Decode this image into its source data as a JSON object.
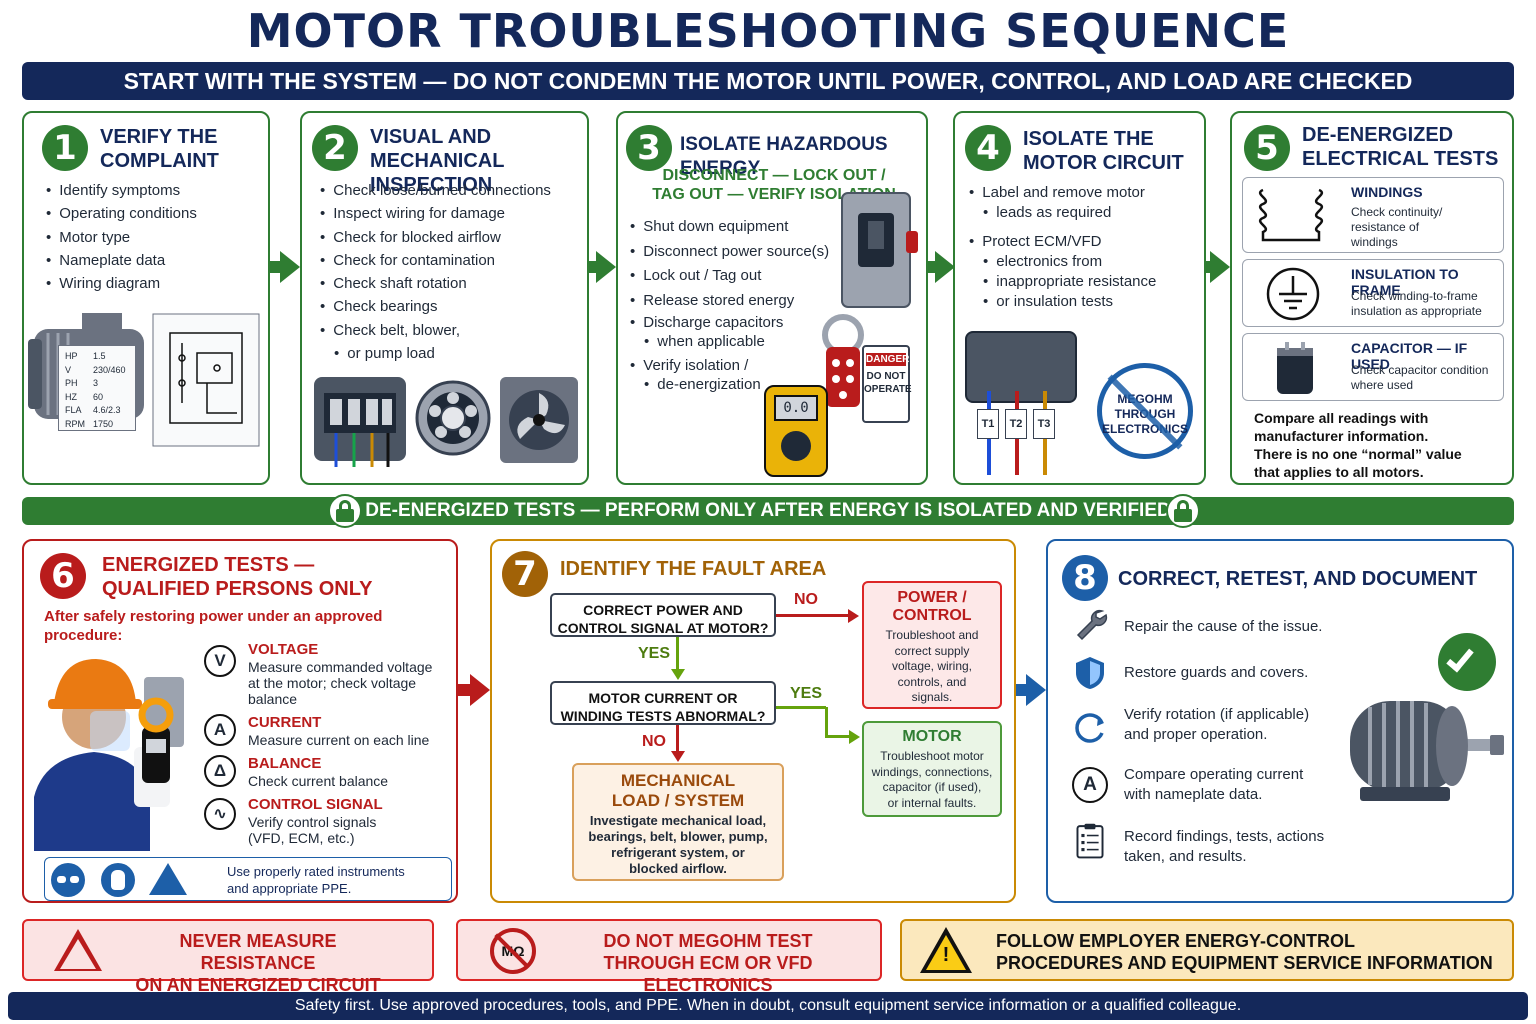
{
  "title": "MOTOR TROUBLESHOOTING SEQUENCE",
  "banner": "START WITH THE SYSTEM — DO NOT CONDEMN THE MOTOR UNTIL POWER, CONTROL, AND LOAD ARE CHECKED",
  "step1": {
    "num": "1",
    "title_l1": "VERIFY THE",
    "title_l2": "COMPLAINT",
    "items": [
      "Identify symptoms",
      "Operating conditions",
      "Motor type",
      "Nameplate data",
      "Wiring diagram"
    ],
    "nameplate": {
      "hp_label": "HP",
      "hp": "1.5",
      "v_label": "V",
      "v": "230/460",
      "ph_label": "PH",
      "ph": "3",
      "hz_label": "HZ",
      "hz": "60",
      "fla_label": "FLA",
      "fla": "4.6/2.3",
      "rpm_label": "RPM",
      "rpm": "1750"
    }
  },
  "step2": {
    "num": "2",
    "title_l1": "VISUAL AND",
    "title_l2": "MECHANICAL INSPECTION",
    "items": [
      "Check loose/burned connections",
      "Inspect wiring for damage",
      "Check for blocked airflow",
      "Check for contamination",
      "Check shaft rotation",
      "Check bearings",
      "Check belt, blower,",
      "or pump load"
    ]
  },
  "step3": {
    "num": "3",
    "title": "ISOLATE HAZARDOUS ENERGY",
    "sub_l1": "DISCONNECT — LOCK OUT /",
    "sub_l2": "TAG OUT — VERIFY ISOLATION",
    "items": [
      "Shut down equipment",
      "Disconnect power source(s)",
      "Lock out / Tag out",
      "Release stored energy",
      "Discharge capacitors",
      "when applicable",
      "Verify isolation /",
      "de-energization"
    ],
    "meter_reading": "0.0",
    "tag_l1": "DANGER",
    "tag_l2": "DO NOT",
    "tag_l3": "OPERATE"
  },
  "step4": {
    "num": "4",
    "title_l1": "ISOLATE THE",
    "title_l2": "MOTOR CIRCUIT",
    "items": [
      "Label and remove motor",
      "leads as required",
      "Protect ECM/VFD",
      "electronics from",
      "inappropriate resistance",
      "or insulation tests"
    ],
    "lead_labels": [
      "T1",
      "T2",
      "T3"
    ],
    "no_megohm_l1": "MEGOHM",
    "no_megohm_l2": "THROUGH",
    "no_megohm_l3": "ELECTRONICS"
  },
  "step5": {
    "num": "5",
    "title_l1": "DE-ENERGIZED",
    "title_l2": "ELECTRICAL TESTS",
    "tests": [
      {
        "head": "WINDINGS",
        "text_l1": "Check continuity/",
        "text_l2": "resistance of",
        "text_l3": "windings"
      },
      {
        "head": "INSULATION TO FRAME",
        "text_l1": "Check winding-to-frame",
        "text_l2": "insulation as appropriate",
        "text_l3": ""
      },
      {
        "head": "CAPACITOR — IF USED",
        "text_l1": "Check capacitor condition",
        "text_l2": "where used",
        "text_l3": ""
      }
    ],
    "note_l1": "Compare all readings with",
    "note_l2": "manufacturer information.",
    "note_l3": "There is no one “normal” value",
    "note_l4": "that applies to all motors."
  },
  "separator": "DE-ENERGIZED TESTS — PERFORM ONLY AFTER ENERGY IS ISOLATED AND VERIFIED",
  "step6": {
    "num": "6",
    "title_l1": "ENERGIZED TESTS —",
    "title_l2": "QUALIFIED PERSONS ONLY",
    "intro_l1": "After safely restoring power under an approved",
    "intro_l2": "procedure:",
    "tests": [
      {
        "symbol": "V",
        "head": "VOLTAGE",
        "l1": "Measure commanded voltage",
        "l2": "at the motor; check voltage",
        "l3": "balance"
      },
      {
        "symbol": "A",
        "head": "CURRENT",
        "l1": "Measure current on each line",
        "l2": "",
        "l3": ""
      },
      {
        "symbol": "Δ",
        "head": "BALANCE",
        "l1": "Check current balance",
        "l2": "",
        "l3": ""
      },
      {
        "symbol": "∿",
        "head": "CONTROL SIGNAL",
        "l1": "Verify control signals",
        "l2": "(VFD, ECM, etc.)",
        "l3": ""
      }
    ],
    "ppe_l1": "Use properly rated instruments",
    "ppe_l2": "and appropriate PPE."
  },
  "step7": {
    "num": "7",
    "title": "IDENTIFY THE FAULT AREA",
    "q1_l1": "CORRECT POWER AND",
    "q1_l2": "CONTROL SIGNAL AT MOTOR?",
    "q2_l1": "MOTOR CURRENT OR",
    "q2_l2": "WINDING TESTS ABNORMAL?",
    "no": "NO",
    "yes": "YES",
    "power": {
      "h1": "POWER /",
      "h2": "CONTROL",
      "t": [
        "Troubleshoot and",
        "correct supply",
        "voltage, wiring,",
        "controls, and",
        "signals."
      ]
    },
    "motor": {
      "h1": "MOTOR",
      "t": [
        "Troubleshoot motor",
        "windings, connections,",
        "capacitor (if used),",
        "or internal faults."
      ]
    },
    "mech": {
      "h1": "MECHANICAL",
      "h2": "LOAD / SYSTEM",
      "t": [
        "Investigate mechanical load,",
        "bearings, belt, blower, pump,",
        "refrigerant system, or",
        "blocked airflow."
      ]
    }
  },
  "step8": {
    "num": "8",
    "title": "CORRECT, RETEST, AND DOCUMENT",
    "items": [
      {
        "icon": "wrench-icon",
        "l1": "Repair the cause of the issue.",
        "l2": ""
      },
      {
        "icon": "shield-icon",
        "l1": "Restore guards and covers.",
        "l2": ""
      },
      {
        "icon": "rotate-icon",
        "l1": "Verify rotation (if applicable)",
        "l2": "and proper operation."
      },
      {
        "icon": "ammeter-icon",
        "l1": "Compare operating current",
        "l2": "with nameplate data."
      },
      {
        "icon": "clipboard-icon",
        "l1": "Record findings, tests, actions",
        "l2": "taken, and results."
      }
    ]
  },
  "warnings": {
    "w1_l1": "NEVER MEASURE RESISTANCE",
    "w1_l2": "ON AN ENERGIZED CIRCUIT",
    "w2_l1": "DO NOT MEGOHM TEST",
    "w2_l2": "THROUGH ECM OR VFD ELECTRONICS",
    "w3_l1": "FOLLOW EMPLOYER ENERGY-CONTROL",
    "w3_l2": "PROCEDURES AND EQUIPMENT SERVICE INFORMATION",
    "mq": "MΩ"
  },
  "footer": "Safety first. Use approved procedures, tools, and PPE. When in doubt, consult equipment service information or a qualified colleague.",
  "colors": {
    "navy": "#14285a",
    "green": "#2f7d32",
    "red": "#b91c1c",
    "gold": "#a16207",
    "blue": "#1d5fa8"
  }
}
